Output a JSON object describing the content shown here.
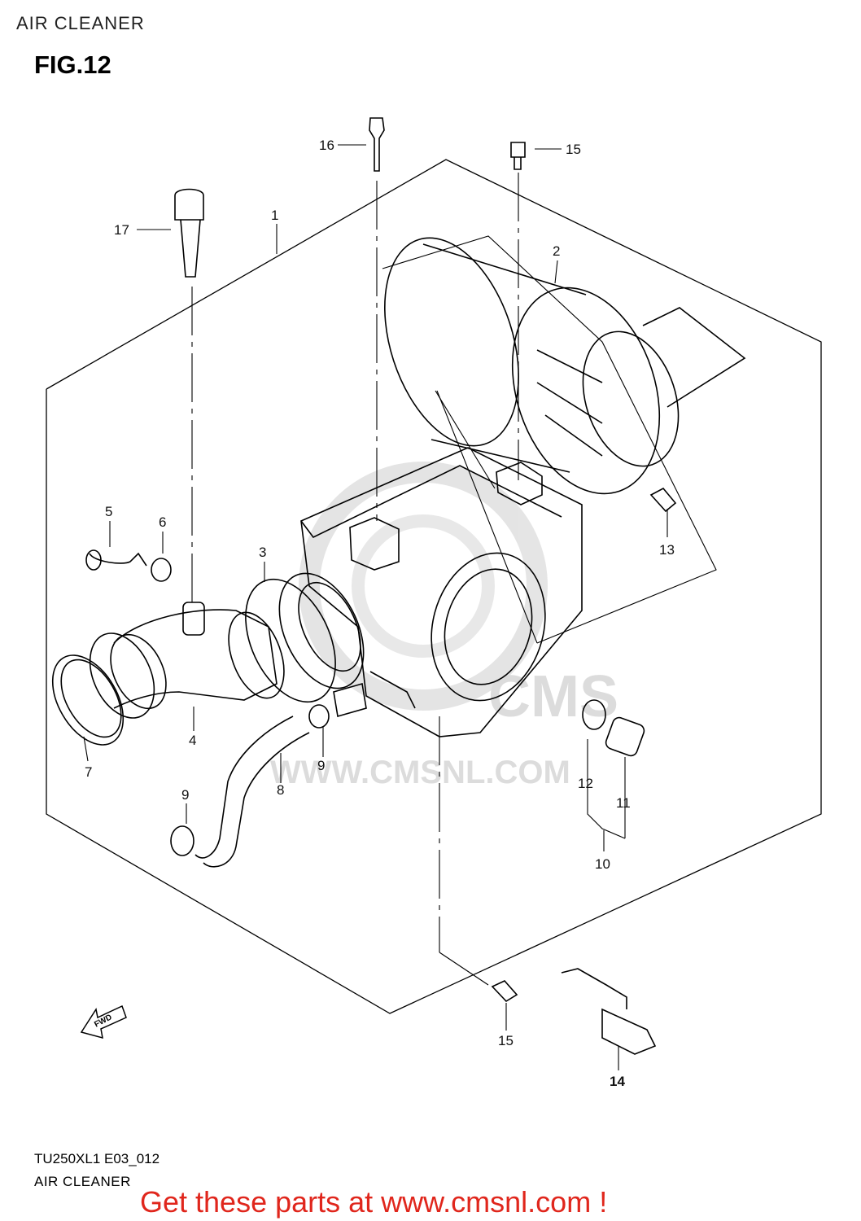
{
  "header": {
    "section_title": "AIR CLEANER",
    "figure_label": "FIG.12"
  },
  "watermark": {
    "url_text": "WWW.CMSNL.COM"
  },
  "fwd_arrow": {
    "label": "FWD"
  },
  "callouts": {
    "c1": "1",
    "c2": "2",
    "c3": "3",
    "c4": "4",
    "c5": "5",
    "c6": "6",
    "c7": "7",
    "c8": "8",
    "c9a": "9",
    "c9b": "9",
    "c10": "10",
    "c11": "11",
    "c12": "12",
    "c13": "13",
    "c14": "14",
    "c15a": "15",
    "c15b": "15",
    "c16": "16",
    "c17": "17"
  },
  "footer": {
    "diagram_code": "TU250XL1 E03_012",
    "diagram_title": "AIR CLEANER",
    "promo_text": "Get these parts at www.cmsnl.com !"
  },
  "colors": {
    "promo": "#e0261c",
    "line": "#000000",
    "watermark": "#d9d9d9"
  }
}
